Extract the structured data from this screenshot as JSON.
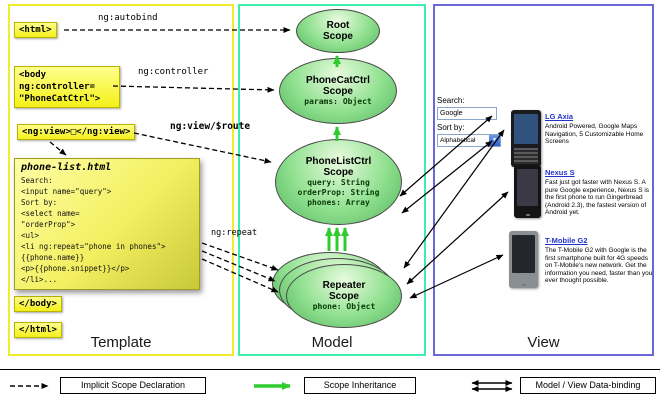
{
  "columns": {
    "template_label": "Template",
    "model_label": "Model",
    "view_label": "View"
  },
  "template": {
    "html_open": "<html>",
    "body_open_lines": [
      "<body",
      "ng:controller=",
      "\"PhoneCatCtrl\">"
    ],
    "ng_view": "<ng:view>□</ng:view>",
    "body_close": "</body>",
    "html_close": "</html>",
    "annotations": {
      "autobind": "ng:autobind",
      "controller": "ng:controller",
      "view_route": "ng:view/$route",
      "repeat": "ng:repeat"
    },
    "note": {
      "title": "phone-list.html",
      "lines": [
        "Search:",
        "<input name=\"query\">",
        "Sort by:",
        "<select name=",
        "\"orderProp\">",
        "<ul>",
        "<li ng:repeat=\"phone in phones\">",
        "{{phone.name}}",
        "<p>{{phone.snippet}}</p>",
        "</li>..."
      ]
    }
  },
  "model": {
    "scopes": {
      "root": {
        "line1": "Root",
        "line2": "Scope"
      },
      "phonecat": {
        "line1": "PhoneCatCtrl",
        "line2": "Scope",
        "props": [
          "params: Object"
        ]
      },
      "phonelist": {
        "line1": "PhoneListCtrl",
        "line2": "Scope",
        "props": [
          "query: String",
          "orderProp: String",
          "phones: Array"
        ]
      },
      "repeater": {
        "line1": "Repeater",
        "line2": "Scope",
        "props": [
          "phone: Object"
        ]
      }
    }
  },
  "view": {
    "search_label": "Search:",
    "search_value": "Google",
    "sort_label": "Sort by:",
    "sort_value": "Alphabetical",
    "phones": [
      {
        "name": "LG Axia",
        "desc": "Android Powered, Google Maps Navigation, 5 Customizable Home Screens",
        "body_color": "#1b1b1f",
        "screen_color": "#31527d"
      },
      {
        "name": "Nexus S",
        "desc": "Fast just got faster with Nexus S. A pure Google experience, Nexus S is the first phone to run Gingerbread (Android 2.3), the fastest version of Android yet.",
        "body_color": "#141414",
        "screen_color": "#3a3a46"
      },
      {
        "name": "T-Mobile G2",
        "desc": "The T-Mobile G2 with Google is the first smartphone built for 4G speeds on T-Mobile's new network. Get the information you need, faster than you ever thought possible.",
        "body_color": "#8a8f94",
        "screen_color": "#23262b"
      }
    ]
  },
  "legend": {
    "implicit": "Implicit Scope Declaration",
    "inheritance": "Scope Inheritance",
    "databinding": "Model / View Data-binding"
  },
  "colors": {
    "template_border": "#f2ec2e",
    "model_border": "#3fedab",
    "view_border": "#6b66d9",
    "scope_fill": "#8fe08f",
    "tag_fill": "#f4f019",
    "inheritance_arrow": "#2ecc2e",
    "link_blue": "#2233cc"
  }
}
